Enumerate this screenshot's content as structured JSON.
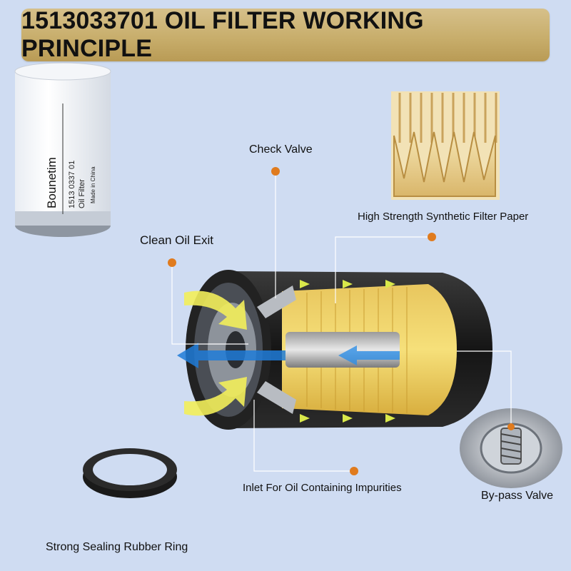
{
  "header": {
    "title": "1513033701 OIL FILTER WORKING PRINCIPLE"
  },
  "product_label": {
    "brand": "Bounetim",
    "part_number": "1513 0337 01",
    "product_name": "Oil Filter",
    "origin": "Made in China"
  },
  "callouts": {
    "check_valve": "Check Valve",
    "filter_paper": "High Strength Synthetic Filter Paper",
    "clean_oil_exit": "Clean Oil Exit",
    "inlet": "Inlet For Oil Containing Impurities",
    "bypass_valve": "By-pass Valve",
    "rubber_ring": "Strong Sealing Rubber Ring"
  },
  "colors": {
    "banner": "#c8ae6c",
    "background": "#cfdcf2",
    "marker_dot": "#e07b1e",
    "clean_oil_arrow": "#1f7bd8",
    "dirty_oil_arrow": "#f2ee5a"
  }
}
